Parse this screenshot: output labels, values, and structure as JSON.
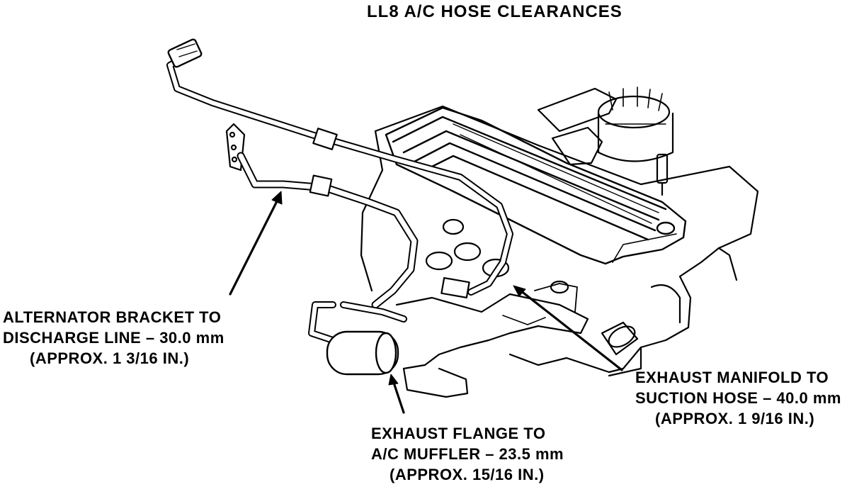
{
  "title": "LL8 A/C HOSE CLEARANCES",
  "labels": {
    "alternator": {
      "line1": "ALTERNATOR BRACKET TO",
      "line2": "DISCHARGE LINE – 30.0 mm",
      "line3": "(APPROX. 1 3/16 IN.)"
    },
    "flange": {
      "line1": "EXHAUST FLANGE TO",
      "line2": "A/C MUFFLER – 23.5 mm",
      "line3": "(APPROX. 15/16 IN.)"
    },
    "manifold": {
      "line1": "EXHAUST MANIFOLD TO",
      "line2": "SUCTION HOSE – 40.0 mm",
      "line3": "(APPROX. 1 9/16 IN.)"
    }
  },
  "colors": {
    "ink": "#000000",
    "paper": "#ffffff"
  }
}
